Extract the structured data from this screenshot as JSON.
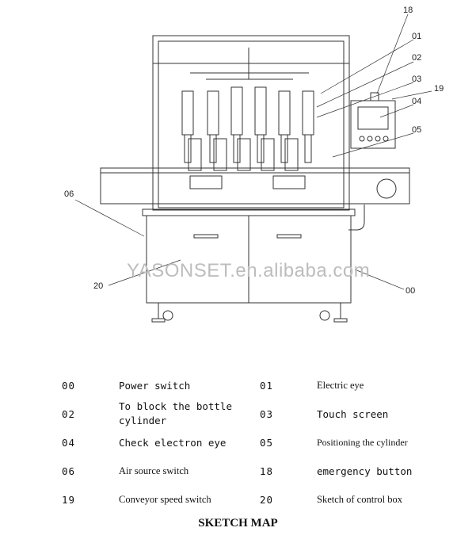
{
  "watermark": "YASONSET.en.alibaba.com",
  "callouts": {
    "c18": "18",
    "c01": "01",
    "c02": "02",
    "c03": "03",
    "c19": "19",
    "c04": "04",
    "c05": "05",
    "c06": "06",
    "c20": "20",
    "c00": "00"
  },
  "legend": {
    "rows": [
      {
        "code_a": "00",
        "desc_a": "Power switch",
        "code_b": "01",
        "desc_b": "Electric eye"
      },
      {
        "code_a": "02",
        "desc_a": "To block the bottle cylinder",
        "code_b": "03",
        "desc_b": "Touch screen"
      },
      {
        "code_a": "04",
        "desc_a": "Check electron eye",
        "code_b": "05",
        "desc_b": "Positioning the cylinder"
      },
      {
        "code_a": "06",
        "desc_a": "Air source switch",
        "code_b": "18",
        "desc_b": "emergency button"
      },
      {
        "code_a": "19",
        "desc_a": "Conveyor speed switch",
        "code_b": "20",
        "desc_b": "Sketch of control box"
      }
    ]
  },
  "title": "SKETCH MAP"
}
